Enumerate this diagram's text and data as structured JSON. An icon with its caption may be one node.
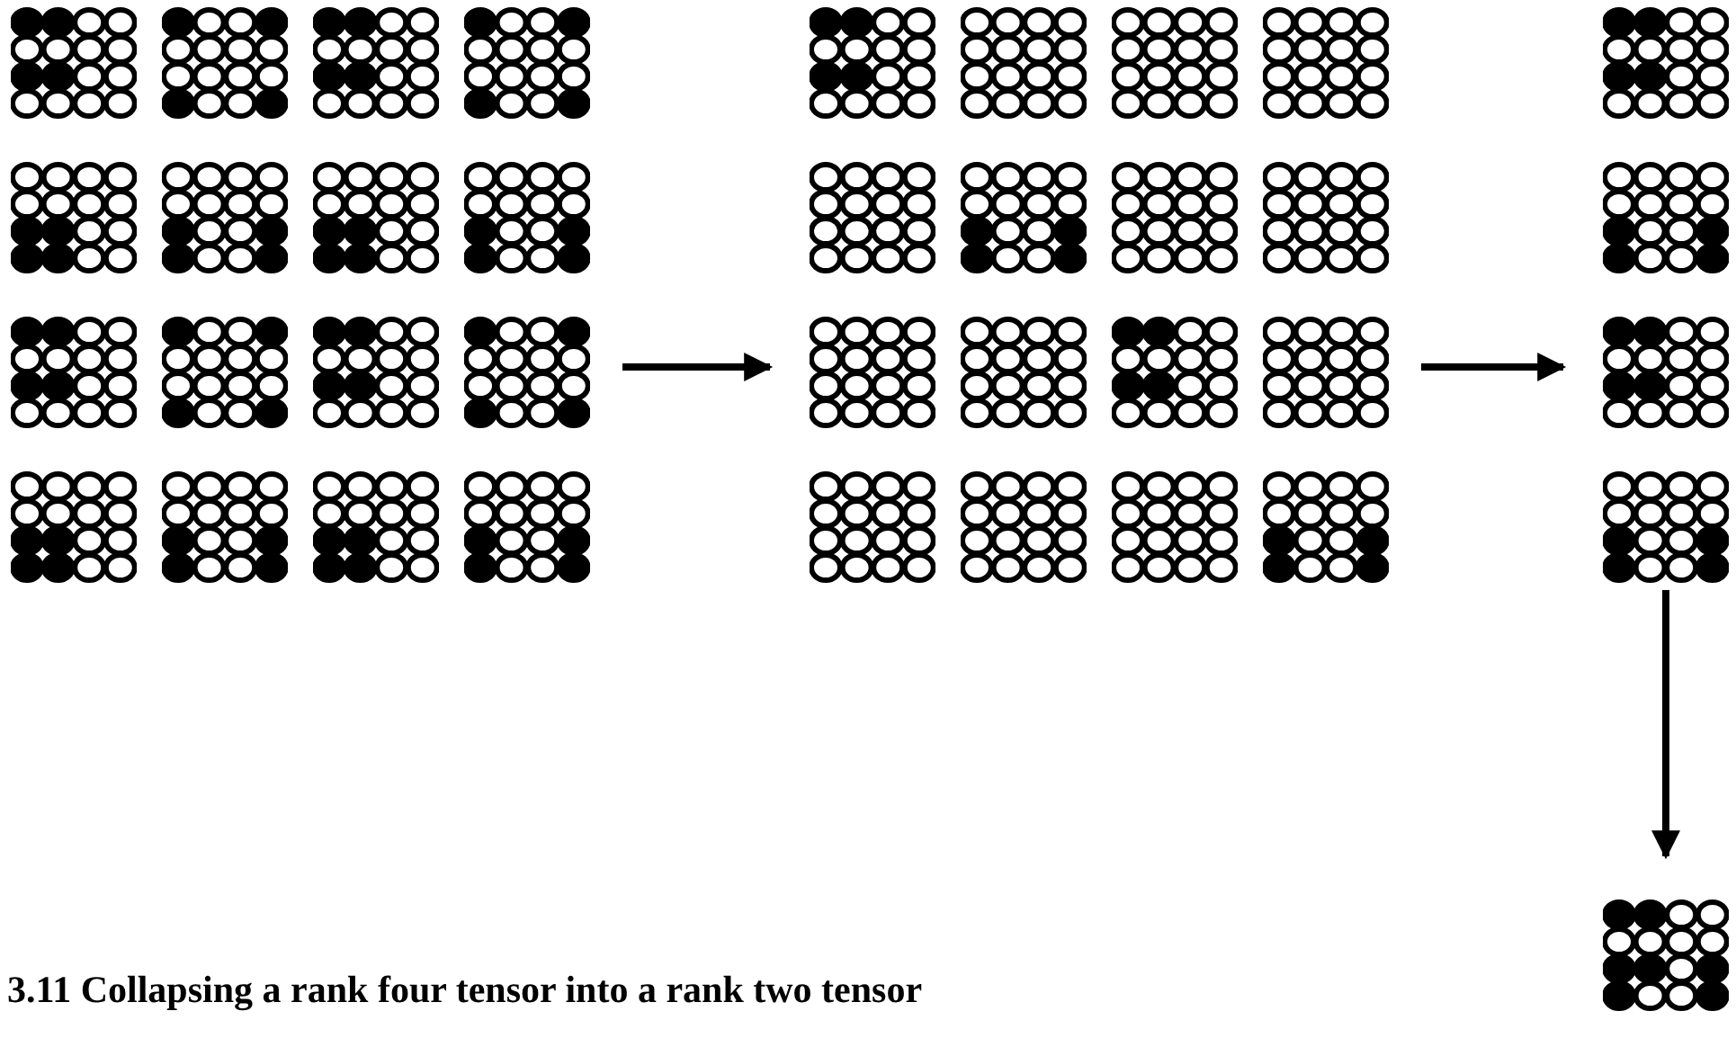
{
  "diagram": {
    "caption": "3.11 Collapsing a rank four tensor into a rank two tensor",
    "nodes": [
      {
        "text": [],
        "shape": "picture"
      },
      {
        "text": [],
        "shape": "picture"
      },
      {
        "text": [],
        "shape": "picture"
      },
      {
        "text": [],
        "shape": "picture"
      }
    ],
    "edges": [
      {
        "from": 0,
        "to": 1,
        "arrow": "to"
      },
      {
        "from": 1,
        "to": 2,
        "arrow": "to"
      },
      {
        "from": 2,
        "to": 3,
        "arrow": "to"
      }
    ]
  }
}
